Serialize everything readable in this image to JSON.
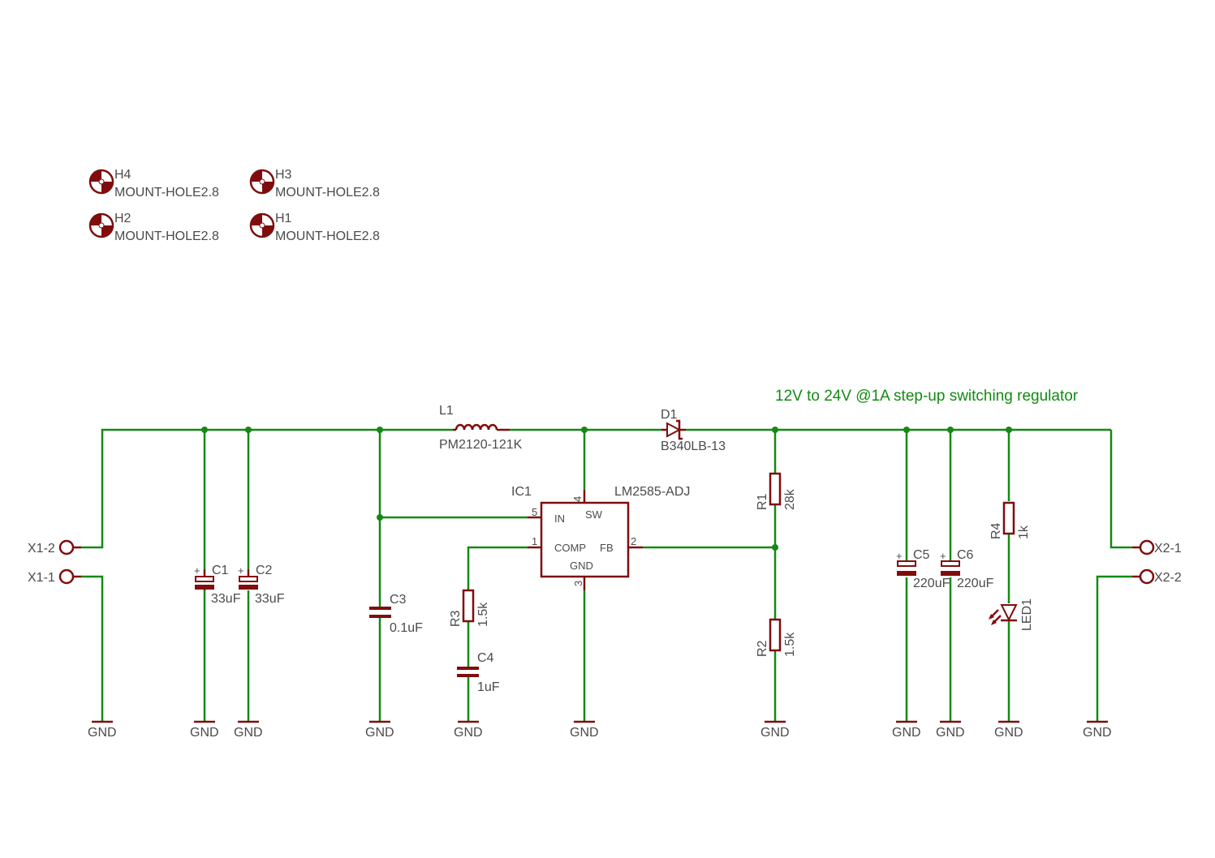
{
  "title": "12V to 24V @1A step-up switching regulator",
  "gnd_label": "GND",
  "mount_holes": [
    {
      "ref": "H4",
      "value": "MOUNT-HOLE2.8"
    },
    {
      "ref": "H3",
      "value": "MOUNT-HOLE2.8"
    },
    {
      "ref": "H2",
      "value": "MOUNT-HOLE2.8"
    },
    {
      "ref": "H1",
      "value": "MOUNT-HOLE2.8"
    }
  ],
  "connectors": {
    "x1_2": "X1-2",
    "x1_1": "X1-1",
    "x2_1": "X2-1",
    "x2_2": "X2-2"
  },
  "parts": {
    "l1": {
      "ref": "L1",
      "value": "PM2120-121K"
    },
    "d1": {
      "ref": "D1",
      "value": "B340LB-13"
    },
    "ic1": {
      "ref": "IC1",
      "value": "LM2585-ADJ",
      "pins": {
        "in": "IN",
        "sw": "SW",
        "comp": "COMP",
        "fb": "FB",
        "gnd": "GND"
      },
      "pin_numbers": {
        "in": "5",
        "sw": "4",
        "comp": "1",
        "fb": "2",
        "gnd": "3"
      }
    },
    "c1": {
      "ref": "C1",
      "value": "33uF"
    },
    "c2": {
      "ref": "C2",
      "value": "33uF"
    },
    "c3": {
      "ref": "C3",
      "value": "0.1uF"
    },
    "c4": {
      "ref": "C4",
      "value": "1uF"
    },
    "c5": {
      "ref": "C5",
      "value": "220uF"
    },
    "c6": {
      "ref": "C6",
      "value": "220uF"
    },
    "r1": {
      "ref": "R1",
      "value": "28k"
    },
    "r2": {
      "ref": "R2",
      "value": "1.5k"
    },
    "r3": {
      "ref": "R3",
      "value": "1.5k"
    },
    "r4": {
      "ref": "R4",
      "value": "1k"
    },
    "led1": {
      "ref": "LED1"
    }
  },
  "colors": {
    "wire": "#138a13",
    "part": "#7f0d0d",
    "text": "#4b4b4b"
  }
}
